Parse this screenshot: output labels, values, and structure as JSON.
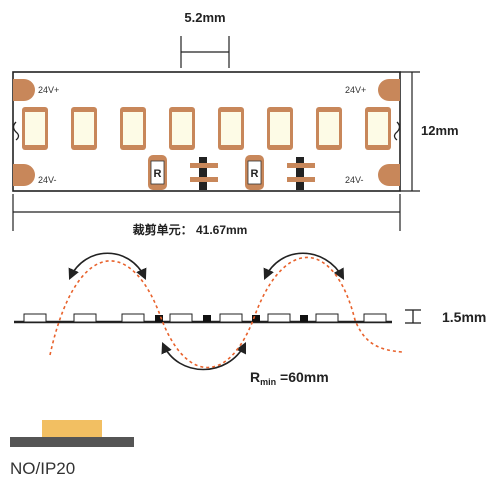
{
  "top_view": {
    "pitch_label": "5.2mm",
    "height_label": "12mm",
    "cut_unit_label": "裁剪单元： 41.67mm",
    "pad_top_left": "24V+",
    "pad_top_right": "24V+",
    "pad_bottom_left": "24V-",
    "pad_bottom_right": "24V-",
    "resistor_label": "R",
    "led_count": 8
  },
  "side_view": {
    "thickness_label": "1.5mm",
    "bend_radius_main": "R",
    "bend_radius_sub": "min",
    "bend_radius_value": " =60mm"
  },
  "rating": {
    "label": "NO/IP20"
  },
  "colors": {
    "outline": "#222222",
    "pad": "#c8875a",
    "led_fill": "#fdfbe6",
    "led_border": "#c8875a",
    "bend_curve": "#e8622c",
    "silicone": "#f2bf62",
    "pcb_dark": "#555555"
  }
}
